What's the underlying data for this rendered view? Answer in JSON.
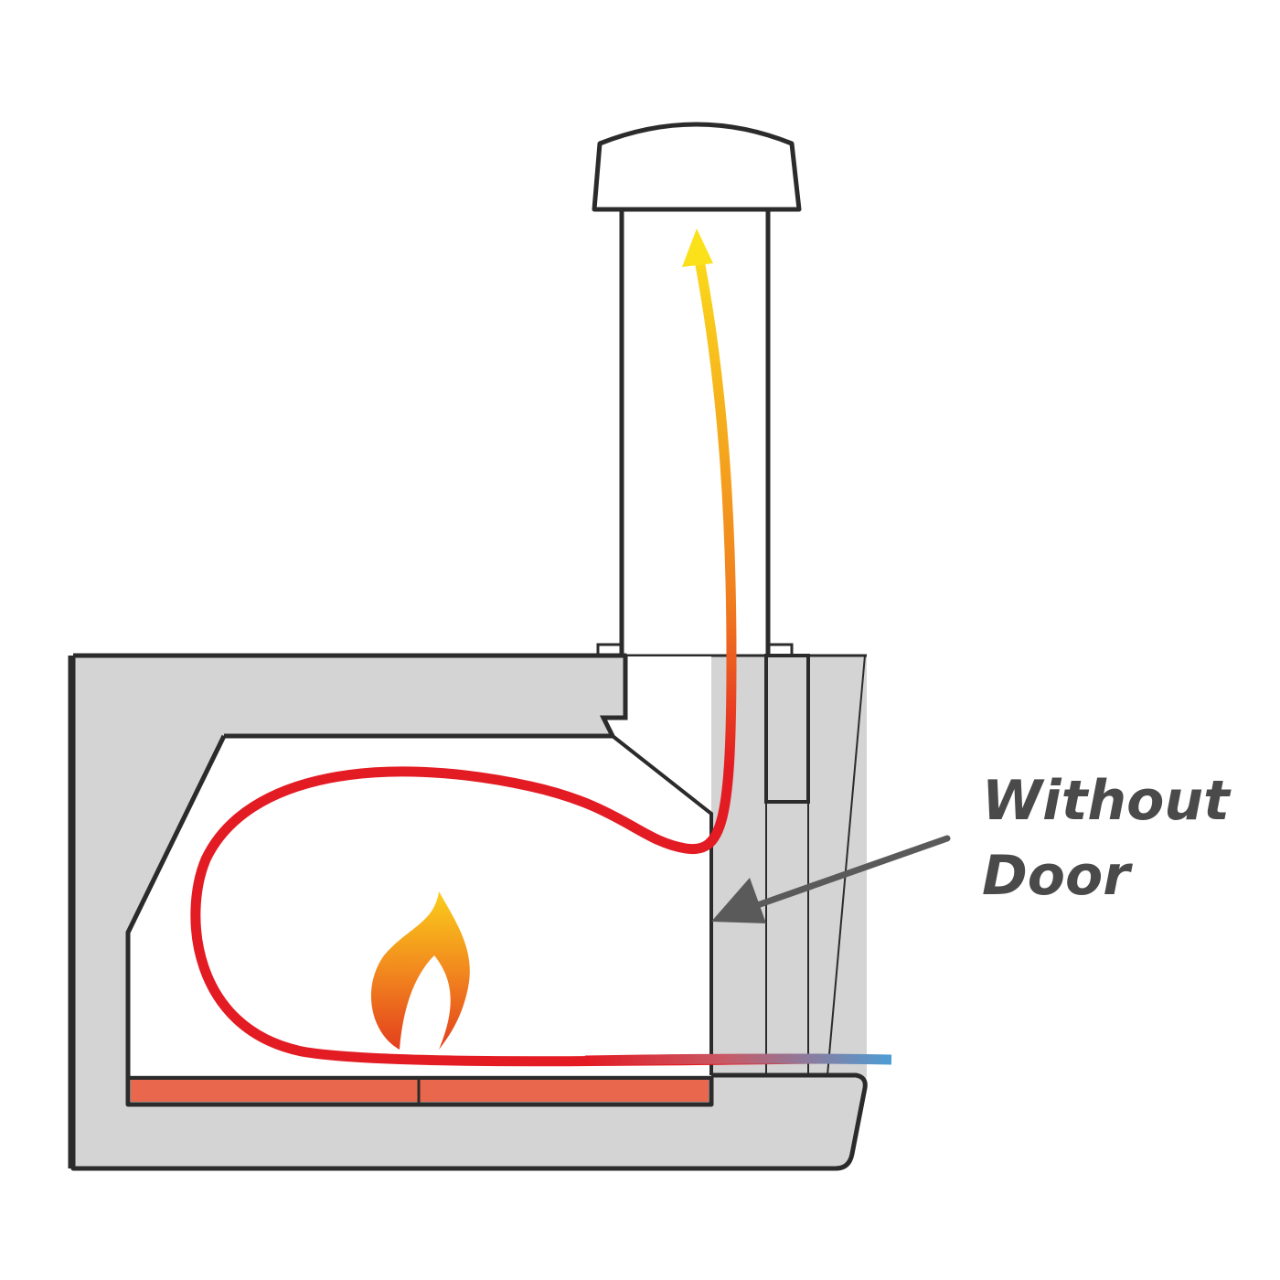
{
  "annotation": {
    "line1": "Without",
    "line2": "Door"
  },
  "colors": {
    "outline": "#2b2b2b",
    "oven_fill": "#d4d4d4",
    "firebrick": "#e8674d",
    "flow_hot": "#e31b23",
    "flow_warm": "#f07d1f",
    "flow_exit": "#fbe11a",
    "flow_cool": "#4a9fd8",
    "pointer": "#5a5a5a",
    "label": "#4a4a4a"
  },
  "icons": {
    "flame": "flame-icon",
    "arrow": "flow-arrow",
    "pointer": "pointer-arrow"
  }
}
